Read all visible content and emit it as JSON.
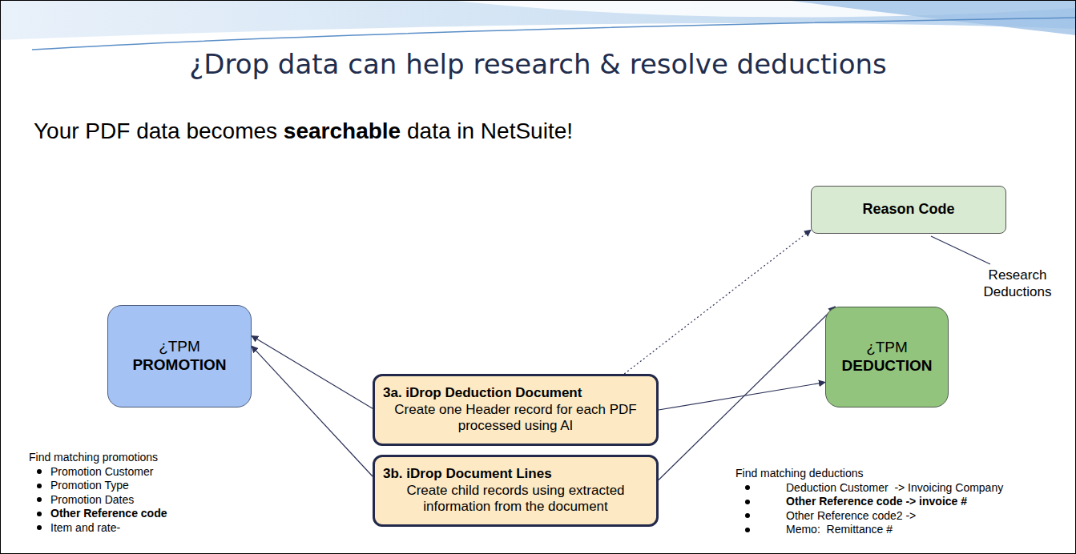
{
  "diagram": {
    "title": "¿Drop data can help research & resolve deductions",
    "nodes": [
      {
        "text": [
          "Reason Code"
        ]
      },
      {
        "text": [
          "¿TPM",
          "PROMOTION"
        ]
      },
      {
        "text": [
          "¿TPM",
          "DEDUCTION"
        ]
      },
      {
        "text": [
          "3a. iDrop Deduction Document",
          "Create one Header record for each PDF processed using AI"
        ]
      },
      {
        "text": [
          "3b. iDrop Document Lines",
          "Create child records using extracted information from the document"
        ]
      }
    ],
    "edges": [
      {
        "from": 3,
        "to": 1,
        "arrow": "to"
      },
      {
        "from": 4,
        "to": 1,
        "arrow": "to"
      },
      {
        "from": 3,
        "to": 2,
        "arrow": "to"
      },
      {
        "from": 4,
        "to": 2,
        "arrow": "to"
      },
      {
        "from": 3,
        "to": 0,
        "arrow": "to"
      }
    ],
    "labels": [
      "Your PDF data becomes",
      "searchable",
      "data in NetSuite!",
      "Research Deductions",
      "Find matching promotions",
      "Promotion Customer",
      "Promotion Type",
      "Promotion Dates",
      "Other Reference code",
      "Item and rate-",
      "Find matching deductions",
      "Deduction Customer  -> Invoicing Company",
      "Other Reference code -> invoice #",
      "Other Reference code2 ->",
      "Memo:  Remittance #"
    ]
  }
}
